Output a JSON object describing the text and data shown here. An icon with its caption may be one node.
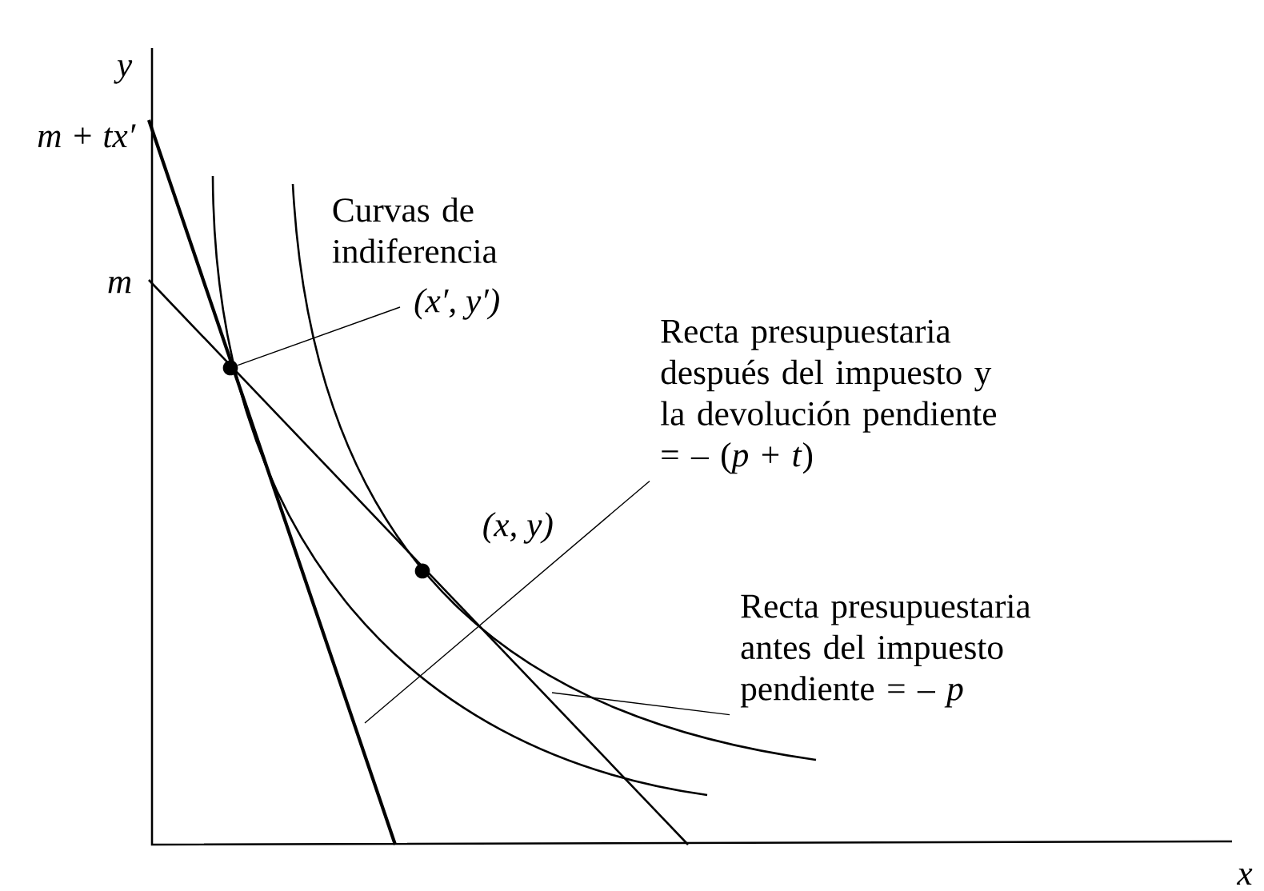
{
  "diagram": {
    "nodes": [
      {
        "text": [
          "(x′, y′)"
        ]
      },
      {
        "text": [],
        "shape": "circle"
      },
      {
        "text": [
          "Recta presupuestaria después del impuesto y la devolución pendiente = – (*p* + *t*)"
        ]
      },
      {
        "text": [],
        "shape": "circle",
        "beside": [
          "(x, y)"
        ]
      },
      {
        "text": [
          "Recta presupuestaria antes del impuesto pendiente = – *p*"
        ]
      }
    ],
    "edges": [
      {
        "from": 0,
        "to": 1,
        "arrow": "none"
      },
      {
        "from": 2,
        "to": null,
        "arrow": "none"
      },
      {
        "from": 4,
        "to": null,
        "arrow": "none"
      }
    ],
    "labels": [
      "y",
      "m + tx′",
      "Curvas de indiferencia",
      "m",
      "x"
    ]
  }
}
